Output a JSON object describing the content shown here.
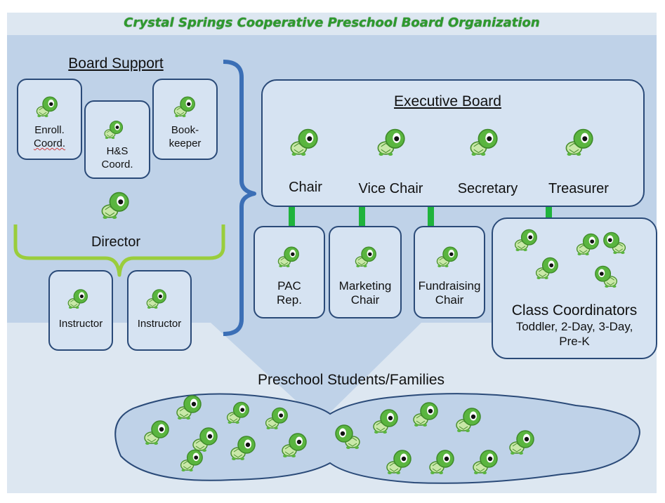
{
  "title": "Crystal Springs Cooperative Preschool Board Organization",
  "board_support": {
    "heading": "Board Support",
    "members": [
      {
        "line1": "Enroll.",
        "line2": "Coord."
      },
      {
        "line1": "H&S",
        "line2": "Coord."
      },
      {
        "line1": "Book-",
        "line2": "keeper"
      }
    ],
    "director": "Director",
    "instructors": [
      "Instructor",
      "Instructor"
    ]
  },
  "executive_board": {
    "heading": "Executive Board",
    "officers": [
      "Chair",
      "Vice Chair",
      "Secretary",
      "Treasurer"
    ]
  },
  "committees": [
    {
      "line1": "PAC",
      "line2": "Rep."
    },
    {
      "line1": "Marketing",
      "line2": "Chair"
    },
    {
      "line1": "Fundraising",
      "line2": "Chair"
    }
  ],
  "class_coordinators": {
    "title": "Class Coordinators",
    "line2": "Toddler, 2-Day, 3-Day,",
    "line3": "Pre-K"
  },
  "families": {
    "label": "Preschool Students/Families"
  },
  "colors": {
    "title_green": "#2e9a2e",
    "box_border": "#2a4a78",
    "connector_green": "#1fb33c",
    "bracket_blue": "#3b6fb6",
    "bracket_green": "#9acd3c",
    "turtle_shell": "#c9e8a8",
    "turtle_body": "#5ab53f"
  }
}
